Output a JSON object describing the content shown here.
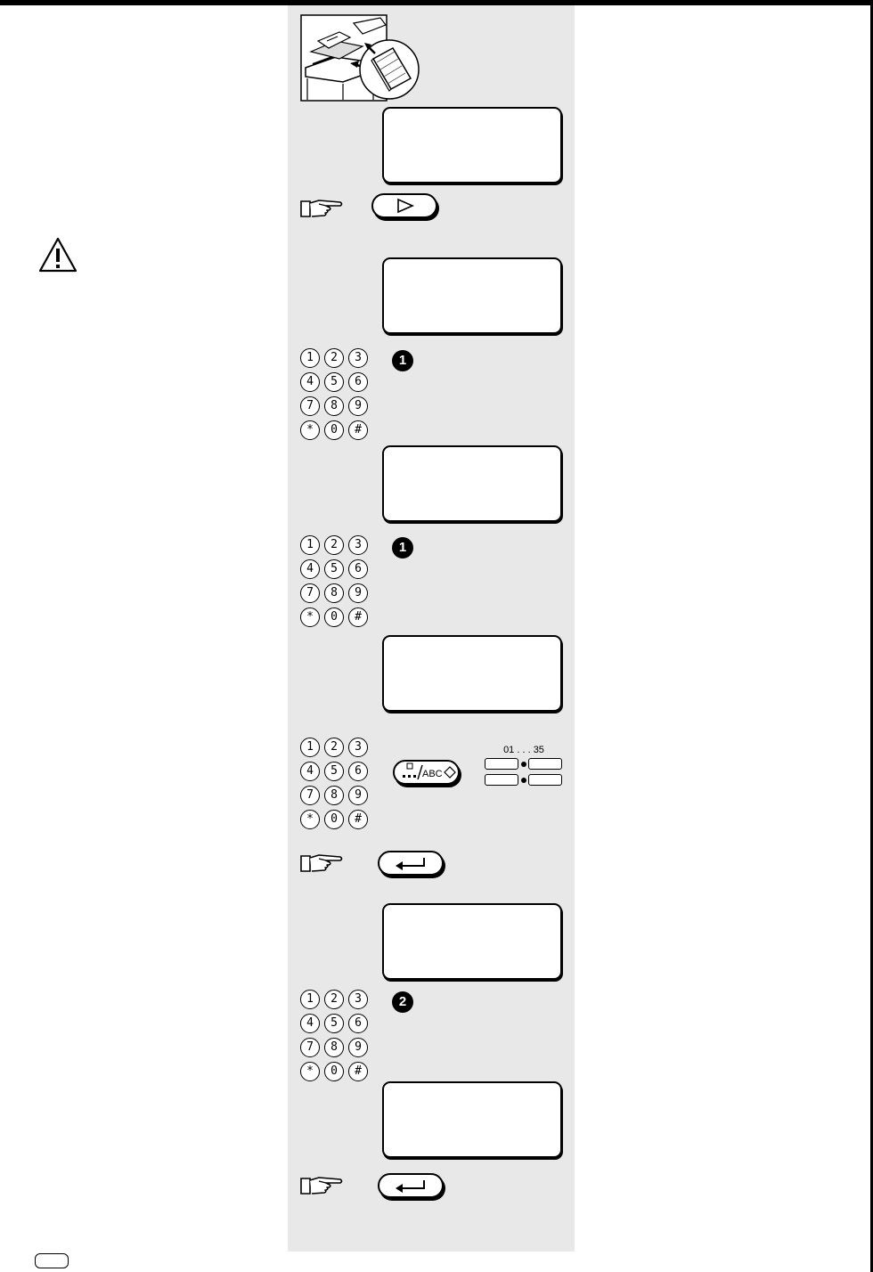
{
  "page": {
    "header_bar": true,
    "sidebar_column_color": "#e8e8e8",
    "accent_color": "#000000"
  },
  "illustration": {
    "icon": "document-feeder-icon"
  },
  "warning": {
    "icon": "warning-triangle-icon"
  },
  "hand_icon": "pointing-hand-icon",
  "keypad": {
    "keys": [
      "1",
      "2",
      "3",
      "4",
      "5",
      "6",
      "7",
      "8",
      "9",
      "*",
      "0",
      "#"
    ]
  },
  "start_key": {
    "icon": "play-triangle-icon"
  },
  "enter_key": {
    "icon": "return-arrow-icon"
  },
  "abc_key": {
    "label": "ABC",
    "icon": "abc-mode-icon"
  },
  "onetouch": {
    "range_label": "01 . . . 35"
  },
  "steps": [
    {
      "badge": "1"
    },
    {
      "badge": "1"
    },
    {
      "badge": "2"
    }
  ],
  "page_flag": {
    "icon": "language-flag-icon"
  }
}
